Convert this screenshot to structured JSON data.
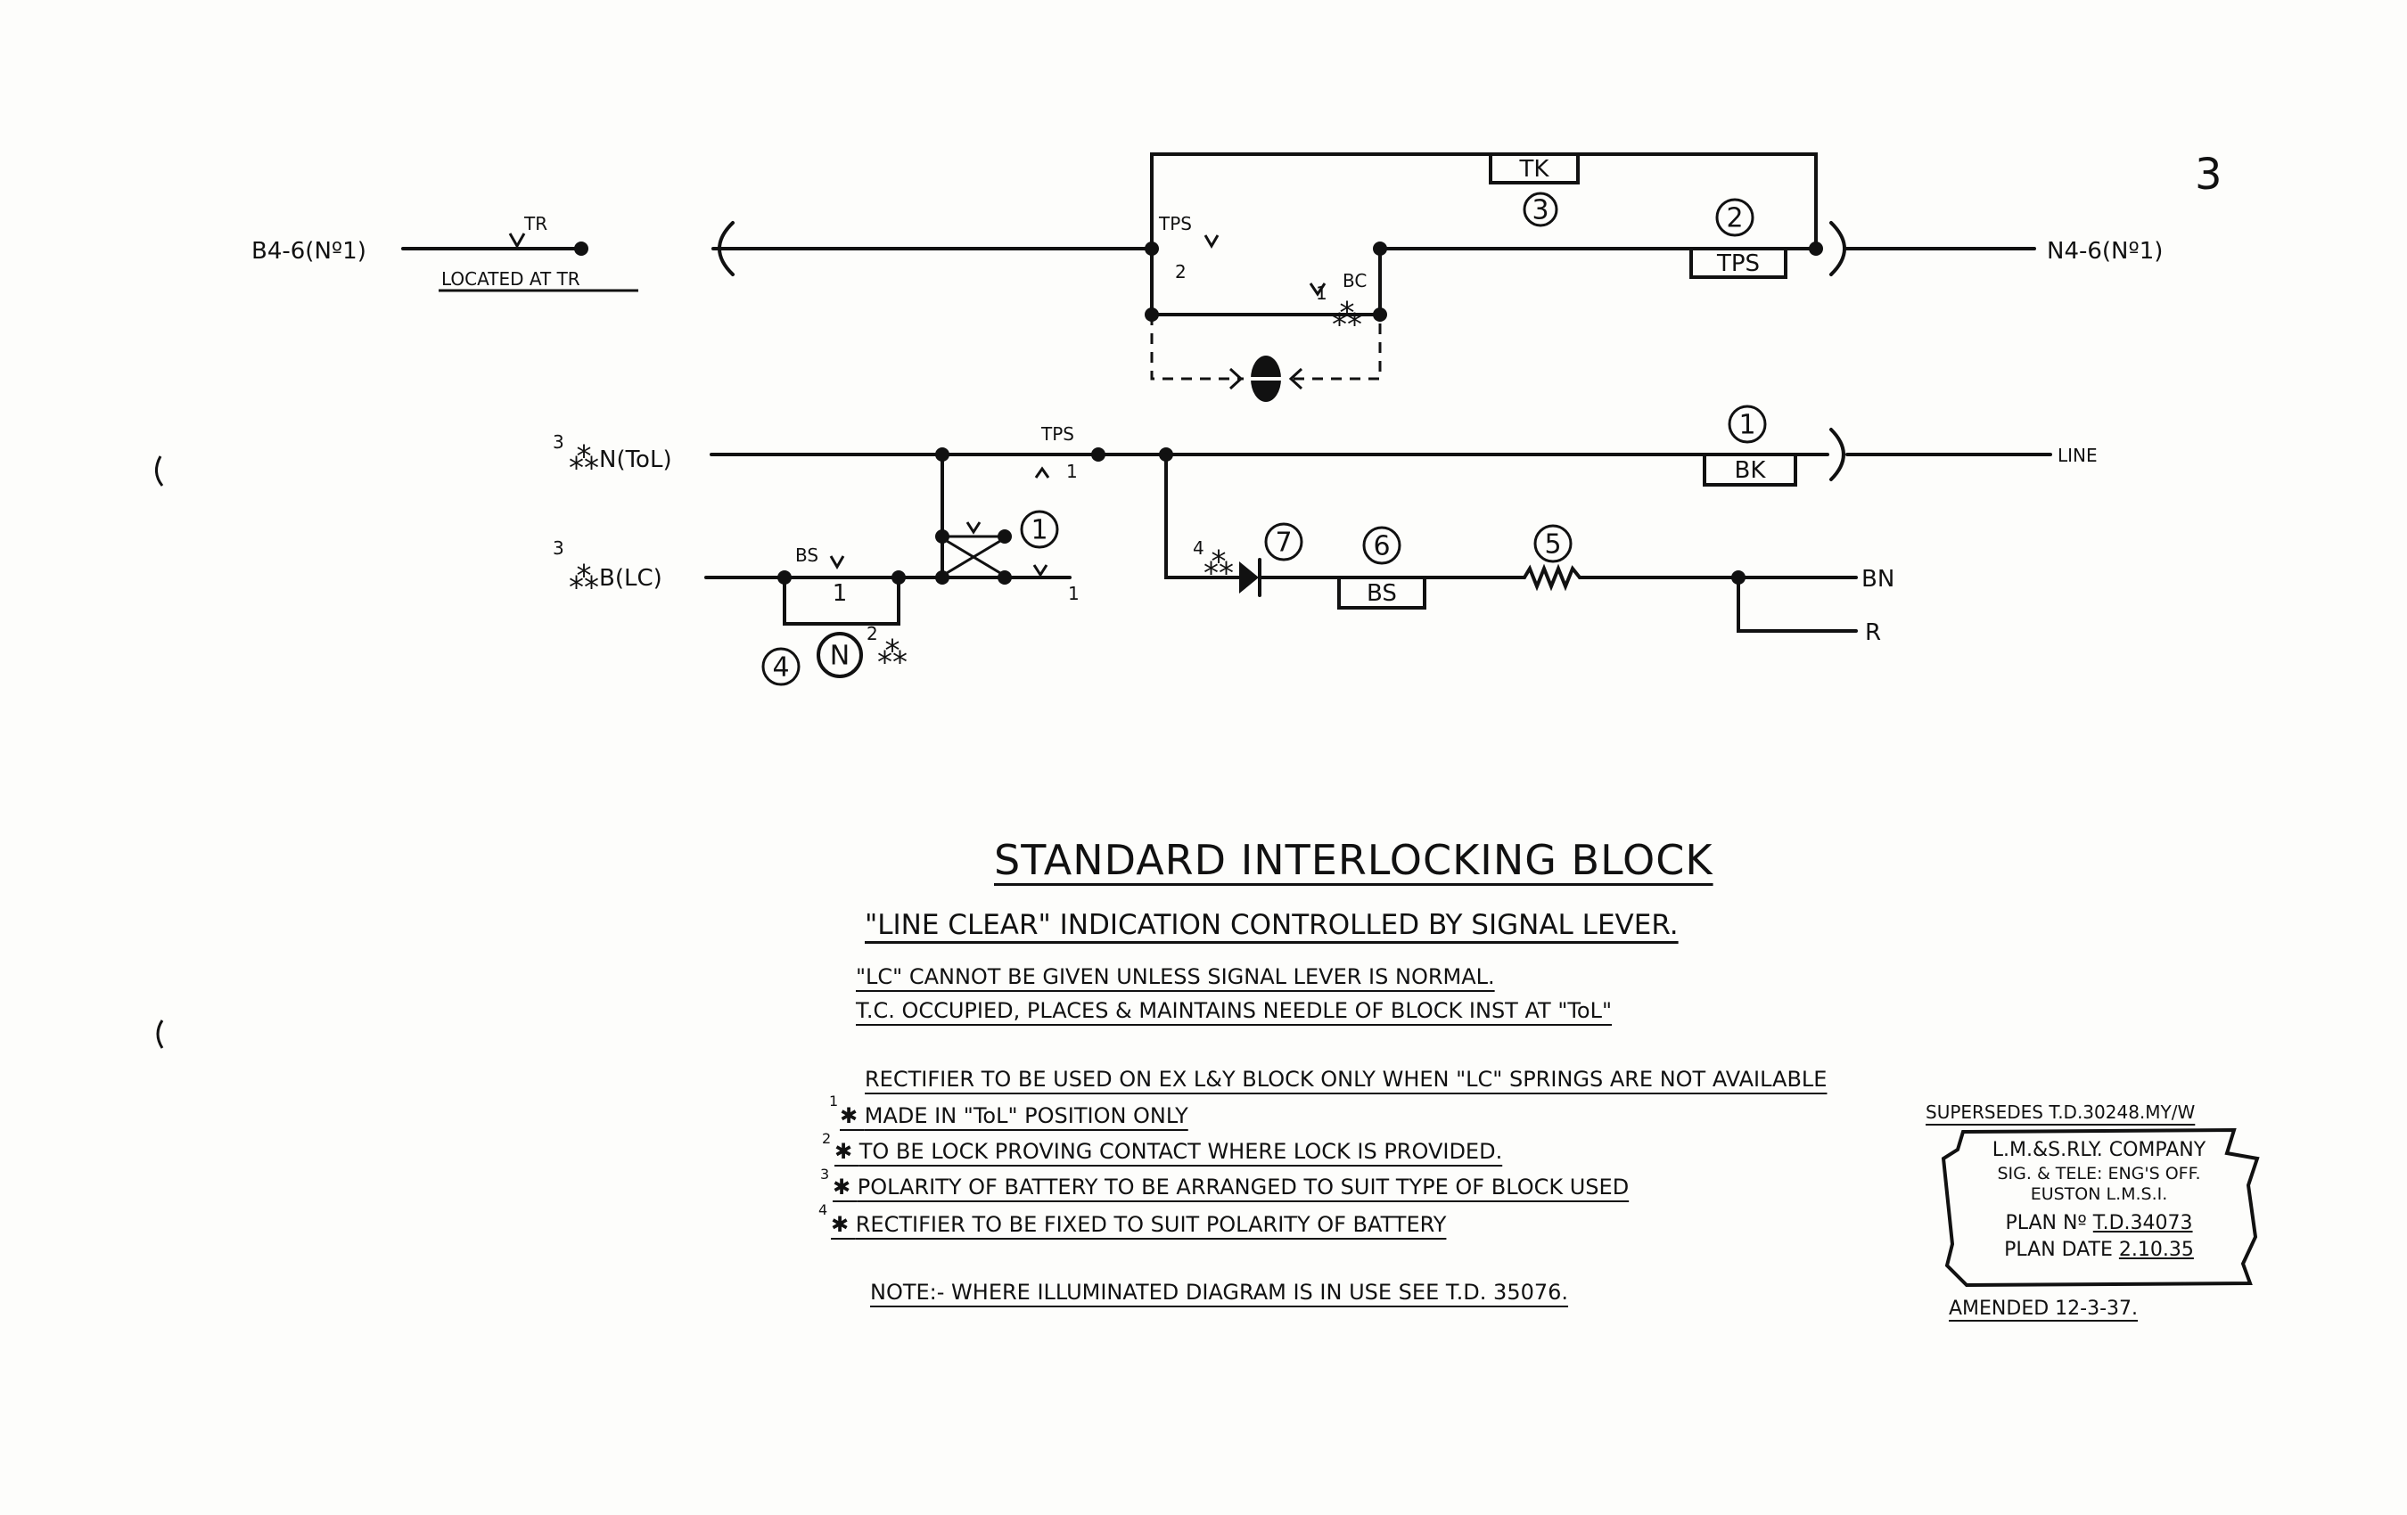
{
  "sheet_number": "3",
  "circuit": {
    "upper": {
      "left_terminal": "B4-6(Nº1)",
      "right_terminal": "N4-6(Nº1)",
      "tr_label": "TR",
      "located_note": "LOCATED AT TR",
      "tps_contact_label": "TPS",
      "tps_contact_number": "2",
      "bc_label": "BC",
      "bc_contact_number": "1",
      "tk_label": "TK",
      "tk_number": "3",
      "tps_relay_label": "TPS",
      "tps_relay_number": "2"
    },
    "lower": {
      "n_terminal": "N(ToL)",
      "b_terminal": "B(LC)",
      "terminal_note_mark": "3",
      "tps_label": "TPS",
      "tps_contact_number": "1",
      "bs_contact_label": "BS",
      "bs_contact_number": "1",
      "lever_contact_number": "1",
      "lever_circle_number": "1",
      "battery_circle_number": "4",
      "needle_label": "N",
      "needle_note_mark": "2",
      "rectifier_note_mark": "4",
      "rectifier_number": "7",
      "bs_relay_label": "BS",
      "bs_relay_number": "6",
      "resistor_number": "5",
      "bk_label": "BK",
      "bk_number": "1",
      "line_label": "LINE",
      "bn_label": "BN",
      "r_label": "R"
    }
  },
  "title": "STANDARD INTERLOCKING BLOCK",
  "subtitle": "\"LINE CLEAR\" INDICATION CONTROLLED BY SIGNAL LEVER.",
  "notes": [
    "\"LC\" CANNOT BE GIVEN UNLESS SIGNAL LEVER IS NORMAL.",
    "T.C. OCCUPIED, PLACES & MAINTAINS NEEDLE OF BLOCK INST AT \"ToL\"",
    "RECTIFIER TO BE USED ON EX L&Y BLOCK ONLY WHEN \"LC\" SPRINGS ARE NOT AVAILABLE"
  ],
  "footnotes": [
    {
      "mark": "1",
      "text": "MADE IN \"ToL\" POSITION ONLY"
    },
    {
      "mark": "2",
      "text": "TO BE LOCK PROVING CONTACT WHERE LOCK IS PROVIDED."
    },
    {
      "mark": "3",
      "text": "POLARITY OF BATTERY TO BE ARRANGED TO SUIT TYPE OF BLOCK USED"
    },
    {
      "mark": "4",
      "text": "RECTIFIER TO BE FIXED TO SUIT POLARITY OF BATTERY"
    }
  ],
  "final_note": "NOTE:- WHERE ILLUMINATED DIAGRAM IS IN USE SEE T.D. 35076.",
  "stamp": {
    "supersedes": "SUPERSEDES T.D.30248.MY/W",
    "company": "L.M.&S.RLY. COMPANY",
    "office": "SIG. & TELE: ENG'S OFF.",
    "location": "EUSTON L.M.S.I.",
    "plan_label": "PLAN Nº",
    "plan_no": "T.D.34073",
    "date_label": "PLAN DATE",
    "plan_date": "2.10.35",
    "amended": "AMENDED 12-3-37."
  }
}
